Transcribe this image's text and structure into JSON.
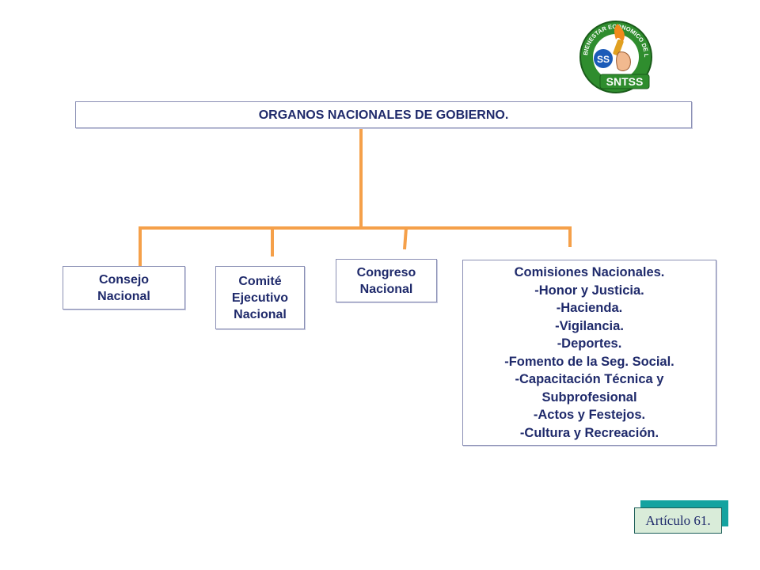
{
  "title": "ORGANOS NACIONALES DE GOBIERNO.",
  "nodes": [
    {
      "id": "consejo",
      "lines": [
        "Consejo",
        "Nacional"
      ]
    },
    {
      "id": "comite",
      "lines": [
        "Comité",
        "Ejecutivo",
        "Nacional"
      ]
    },
    {
      "id": "congreso",
      "lines": [
        "Congreso",
        "Nacional"
      ]
    },
    {
      "id": "comisiones",
      "lines": [
        "Comisiones Nacionales.",
        "-Honor y Justicia.",
        "-Hacienda.",
        "-Vigilancia.",
        "-Deportes.",
        "-Fomento de la Seg. Social.",
        "-Capacitación Técnica y",
        "Subprofesional",
        "-Actos y Festejos.",
        "-Cultura y Recreación."
      ]
    }
  ],
  "logo": {
    "ring_text": "BIENESTAR ECONOMICO DE LOS TRABAJADORES",
    "emblem_text": "SS",
    "badge_text": "SNTSS"
  },
  "article_button": "Artículo 61.",
  "colors": {
    "connector": "#f5a04a",
    "text": "#1f2a6b",
    "box_border": "#8a8fb4",
    "button_fill": "#d9ecd9",
    "button_shadow": "#14a3a0",
    "logo_green": "#2f8d2e"
  }
}
